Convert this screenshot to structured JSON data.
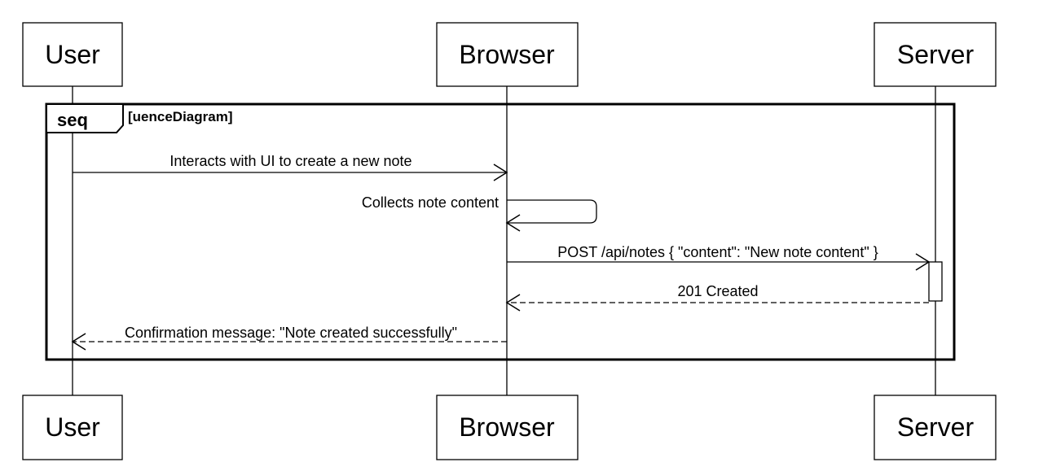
{
  "participants": [
    {
      "id": "user",
      "label": "User"
    },
    {
      "id": "browser",
      "label": "Browser"
    },
    {
      "id": "server",
      "label": "Server"
    }
  ],
  "frame": {
    "keyword": "seq",
    "guard": "[uenceDiagram]"
  },
  "messages": [
    {
      "from": "user",
      "to": "browser",
      "label": "Interacts with UI to create a new note",
      "style": "solid"
    },
    {
      "from": "browser",
      "to": "browser",
      "label": "Collects note content",
      "style": "solid"
    },
    {
      "from": "browser",
      "to": "server",
      "label": "POST /api/notes { \"content\": \"New note content\" }",
      "style": "solid"
    },
    {
      "from": "server",
      "to": "browser",
      "label": "201 Created",
      "style": "dashed"
    },
    {
      "from": "browser",
      "to": "user",
      "label": "Confirmation message: \"Note created successfully\"",
      "style": "dashed"
    }
  ]
}
